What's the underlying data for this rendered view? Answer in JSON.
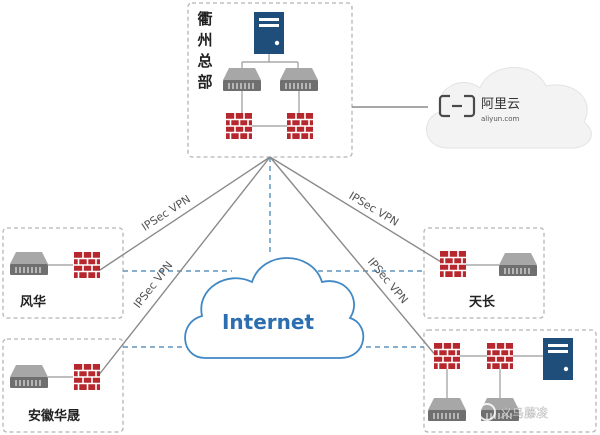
{
  "sites": {
    "hq": {
      "name": "衢州总部"
    },
    "fenghua": {
      "name": "风华"
    },
    "anhui": {
      "name": "安徽华晟"
    },
    "tianchang": {
      "name": "天长"
    }
  },
  "cloud": {
    "brand_text": "阿里云",
    "domain_text": "aliyun.com",
    "logo_glyph": "[-]"
  },
  "internet": {
    "label": "Internet"
  },
  "vpn_labels": {
    "fenghua": "IPSec VPN",
    "anhui": "IPSec VPN",
    "tianchang": "IPSec VPN",
    "yiwu": "IPSec VPN"
  },
  "watermark": {
    "text": "义乌藤凌"
  },
  "colors": {
    "server": "#1f4e7a",
    "firewall": "#b7282e",
    "router": "#8c8c8c",
    "cloud_fill": "#ffffff",
    "cloud_stroke": "#3f88c5",
    "internet_text": "#2c6fb0",
    "link_solid": "#8a8a8a",
    "link_dashed": "#3a7fb4"
  }
}
